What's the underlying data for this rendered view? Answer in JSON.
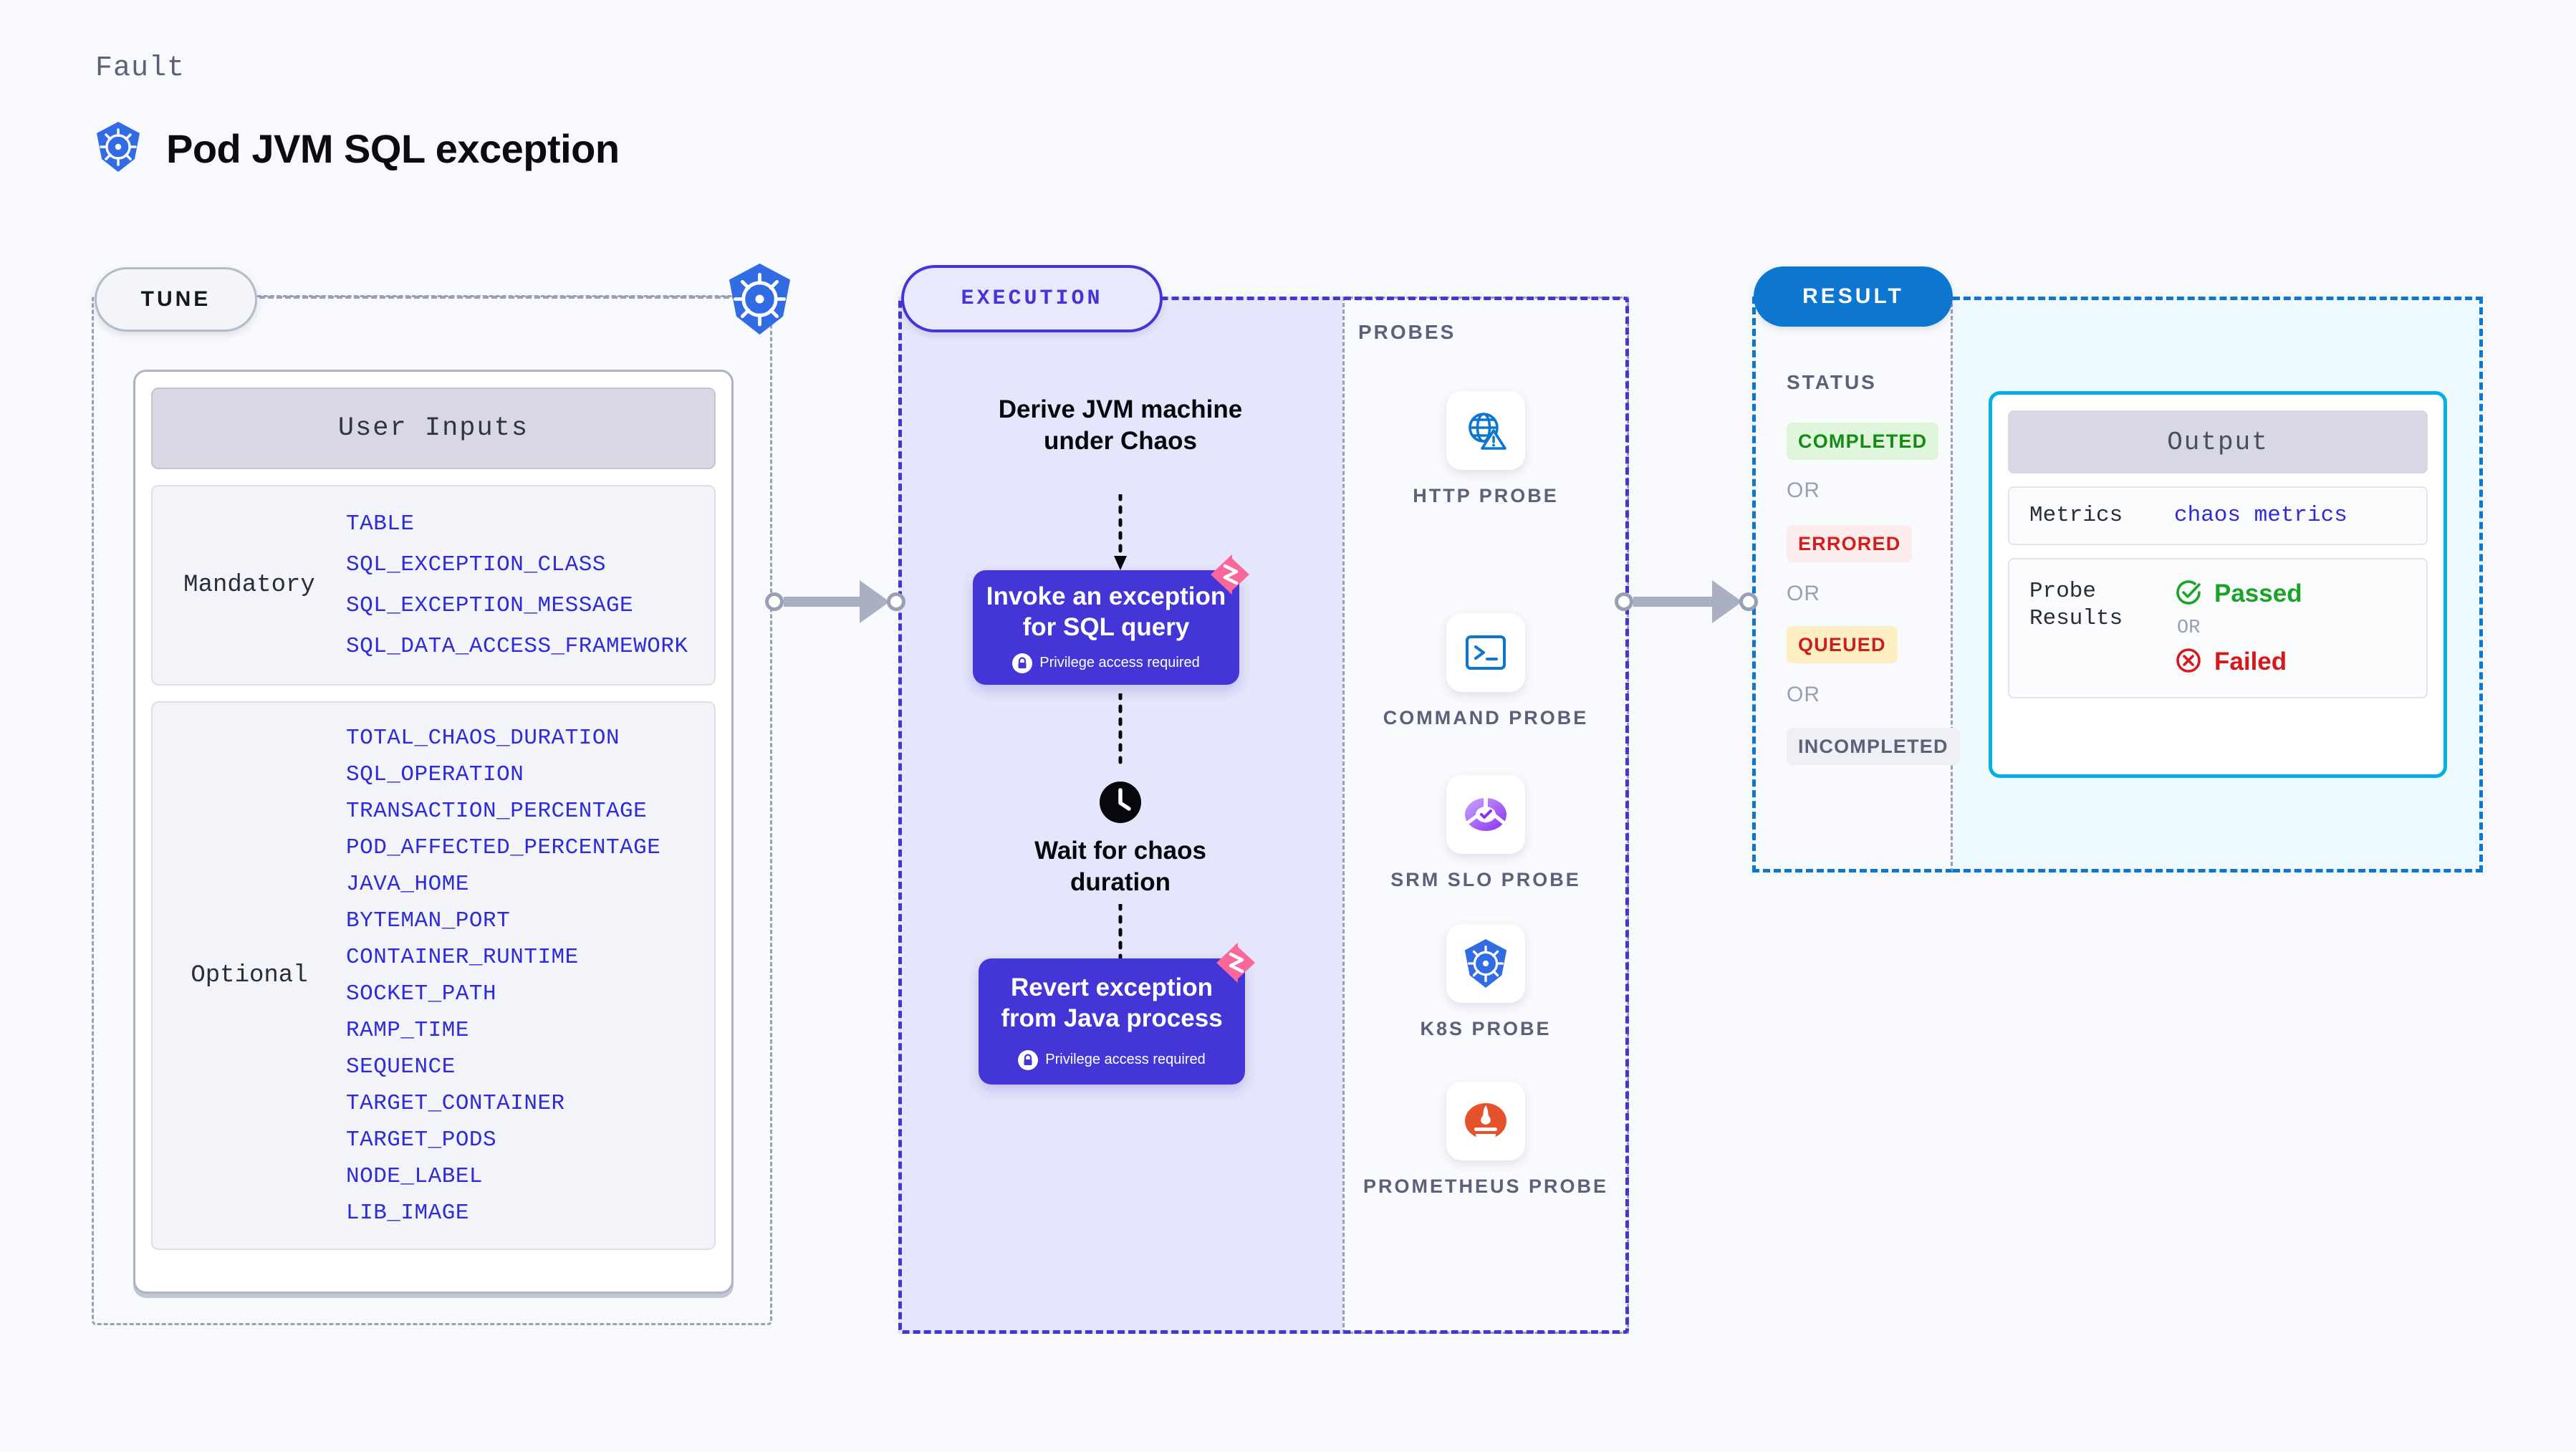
{
  "header": {
    "kicker": "Fault",
    "title": "Pod JVM SQL exception",
    "icon": "kubernetes-icon"
  },
  "tune": {
    "pill_label": "TUNE",
    "badge_icon": "kubernetes-icon",
    "card_title": "User Inputs",
    "groups": [
      {
        "label": "Mandatory",
        "params": [
          "TABLE",
          "SQL_EXCEPTION_CLASS",
          "SQL_EXCEPTION_MESSAGE",
          "SQL_DATA_ACCESS_FRAMEWORK"
        ]
      },
      {
        "label": "Optional",
        "params": [
          "TOTAL_CHAOS_DURATION",
          "SQL_OPERATION",
          "TRANSACTION_PERCENTAGE",
          "POD_AFFECTED_PERCENTAGE",
          "JAVA_HOME",
          "BYTEMAN_PORT",
          "CONTAINER_RUNTIME",
          "SOCKET_PATH",
          "RAMP_TIME",
          "SEQUENCE",
          "TARGET_CONTAINER",
          "TARGET_PODS",
          "NODE_LABEL",
          "LIB_IMAGE"
        ]
      }
    ]
  },
  "execution": {
    "pill_label": "EXECUTION",
    "step1_text": "Derive JVM machine\nunder Chaos",
    "card1": {
      "title": "Invoke an exception\nfor SQL query",
      "badge": "Privilege access required",
      "badge_icon": "lock-icon",
      "corner_icon": "harness-icon"
    },
    "wait_icon": "clock-icon",
    "wait_text": "Wait for chaos\nduration",
    "card2": {
      "title": "Revert exception\nfrom Java process",
      "badge": "Privilege access required",
      "badge_icon": "lock-icon",
      "corner_icon": "harness-icon"
    }
  },
  "probes": {
    "label": "PROBES",
    "items": [
      {
        "label": "HTTP PROBE",
        "icon": "globe-warning-icon"
      },
      {
        "label": "COMMAND PROBE",
        "icon": "terminal-icon"
      },
      {
        "label": "SRM SLO PROBE",
        "icon": "srm-slo-icon"
      },
      {
        "label": "K8S PROBE",
        "icon": "kubernetes-icon"
      },
      {
        "label": "PROMETHEUS PROBE",
        "icon": "prometheus-icon"
      }
    ]
  },
  "result": {
    "pill_label": "RESULT",
    "status_label": "STATUS",
    "or_label": "OR",
    "statuses": [
      {
        "label": "COMPLETED",
        "bg": "#dff6dd",
        "fg": "#158a15"
      },
      {
        "label": "ERRORED",
        "bg": "#fdecec",
        "fg": "#cf2020"
      },
      {
        "label": "QUEUED",
        "bg": "#fdeec3",
        "fg": "#c82020"
      },
      {
        "label": "INCOMPLETED",
        "bg": "#eef0f5",
        "fg": "#5b6178"
      }
    ],
    "output": {
      "title": "Output",
      "metrics_label": "Metrics",
      "metrics_value": "chaos metrics",
      "probe_results_label": "Probe\nResults",
      "passed_label": "Passed",
      "passed_icon": "check-circle-icon",
      "or_label": "OR",
      "failed_label": "Failed",
      "failed_icon": "x-circle-icon"
    }
  },
  "colors": {
    "accent_purple": "#4436d6",
    "accent_blue": "#0d76ce",
    "param_blue": "#2f2bd8",
    "k8s_blue": "#326ce5",
    "harness_pink": "#f9689b",
    "page_bg": "#f8f9fc"
  }
}
